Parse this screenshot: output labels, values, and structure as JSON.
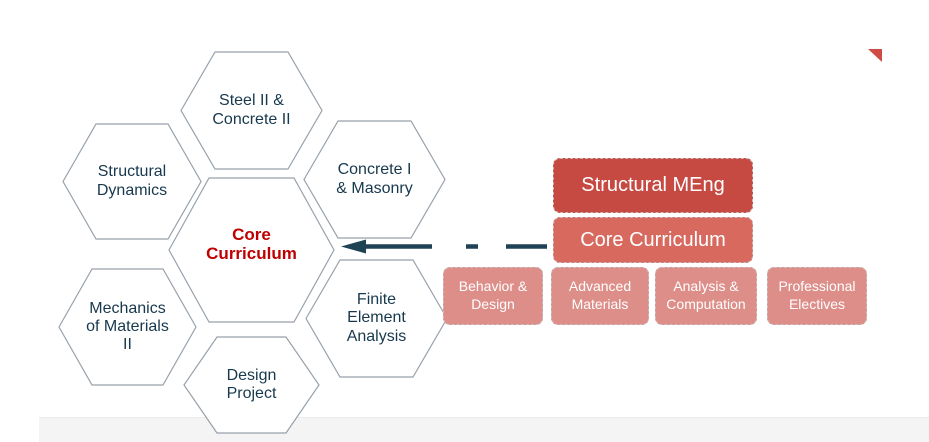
{
  "colors": {
    "hex-border": "#98a1aa",
    "hex-text": "#17384d",
    "core-text": "#c00000",
    "arrow": "#1f4254",
    "meng-box": "#c64a42",
    "core-box": "#d7695f",
    "track-box": "#dd8e89",
    "triangle": "#cf4b45",
    "footer": "#f4f4f4",
    "box-text": "#ffffff"
  },
  "hexagons": [
    {
      "id": "steel-concrete",
      "label": "Steel II &\nConcrete II"
    },
    {
      "id": "structural-dynamics",
      "label": "Structural\nDynamics"
    },
    {
      "id": "concrete-masonry",
      "label": "Concrete I\n& Masonry"
    },
    {
      "id": "core-curriculum",
      "label": "Core\nCurriculum"
    },
    {
      "id": "mechanics-materials",
      "label": "Mechanics\nof Materials\nII"
    },
    {
      "id": "finite-element",
      "label": "Finite\nElement\nAnalysis"
    },
    {
      "id": "design-project",
      "label": "Design\nProject"
    }
  ],
  "program": {
    "title": "Structural MEng",
    "subtitle": "Core Curriculum",
    "tracks": [
      {
        "label": "Behavior &\nDesign"
      },
      {
        "label": "Advanced\nMaterials"
      },
      {
        "label": "Analysis &\nComputation"
      },
      {
        "label": "Professional\nElectives"
      }
    ]
  }
}
